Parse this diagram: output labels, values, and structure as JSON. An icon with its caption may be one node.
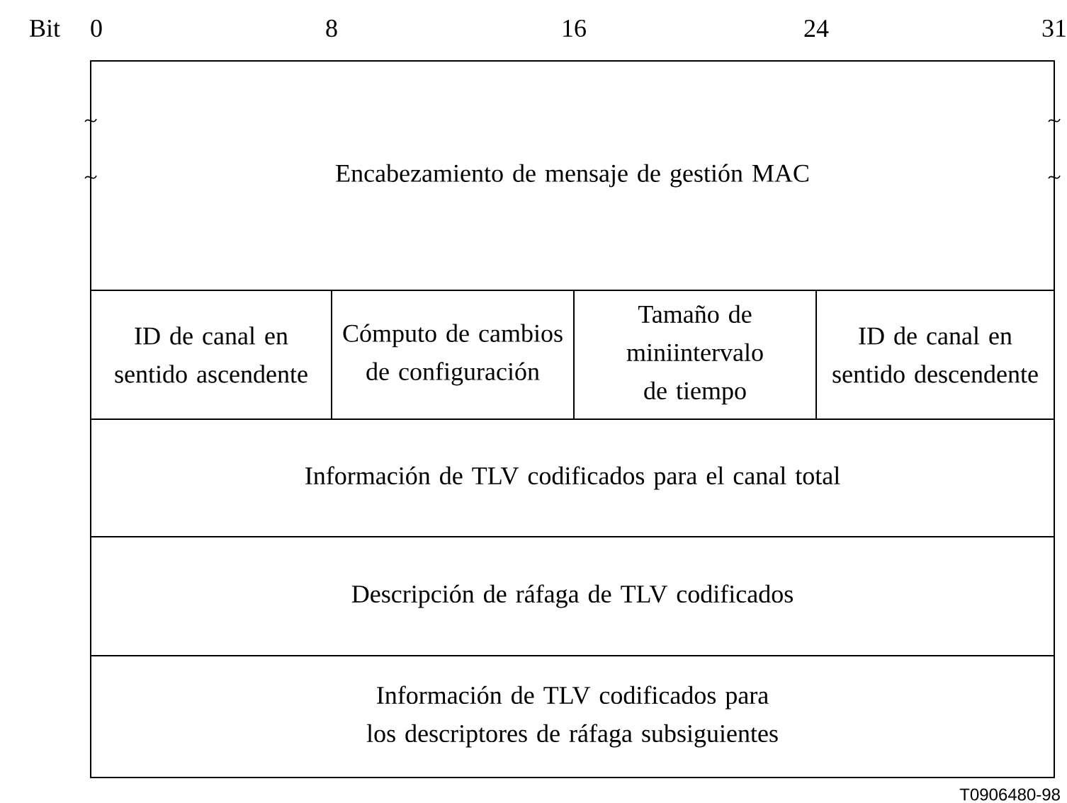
{
  "diagram": {
    "nodes": [
      {
        "text": [
          "Encabezamiento de mensaje de gestión MAC"
        ]
      },
      {
        "text": [
          "ID de canal en sentido ascendente"
        ]
      },
      {
        "text": [
          "Cómputo de cambios de configuración"
        ]
      },
      {
        "text": [
          "Tamaño de miniintervalo de tiempo"
        ]
      },
      {
        "text": [
          "ID de canal en sentido descendente"
        ]
      },
      {
        "text": [
          "Información de TLV codificados para el canal total"
        ]
      },
      {
        "text": [
          "Descripción de ráfaga de TLV codificados"
        ]
      },
      {
        "text": [
          "Información de TLV codificados para los descriptores de ráfaga subsiguientes"
        ]
      }
    ],
    "labels": [
      "Bit",
      "0",
      "8",
      "16",
      "24",
      "31",
      "T0906480-98"
    ]
  }
}
